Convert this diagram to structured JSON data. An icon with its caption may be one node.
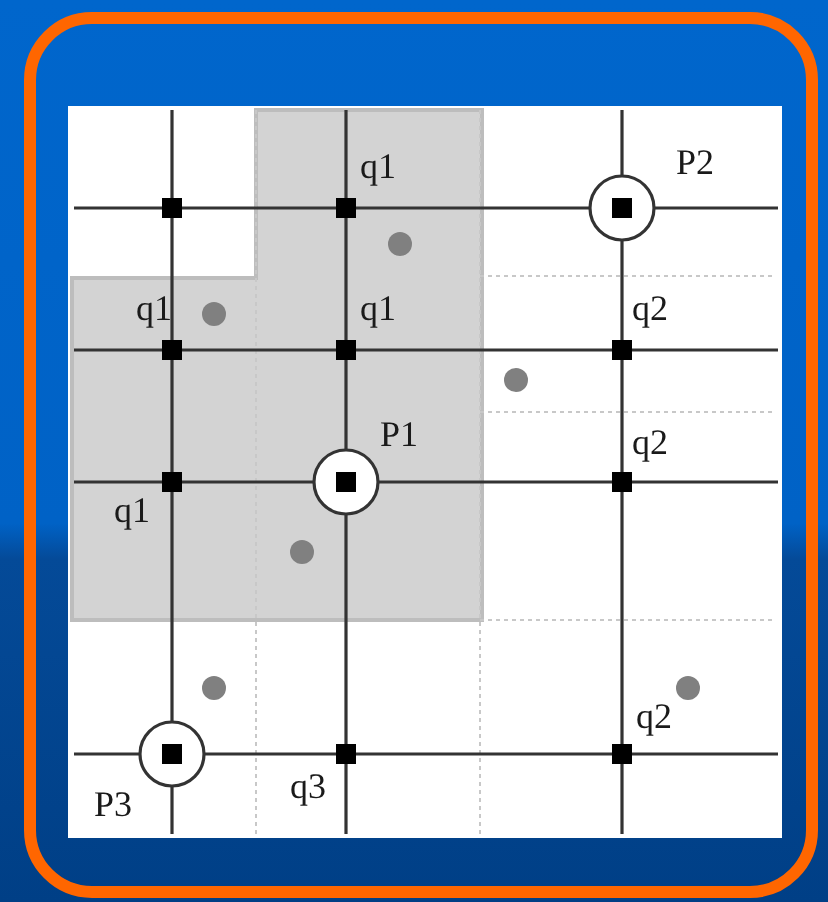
{
  "diagram": {
    "labels": [
      "P2",
      "q1",
      "q1",
      "q1",
      "q2",
      "P1",
      "q2",
      "q1",
      "q2",
      "q3",
      "P3"
    ]
  }
}
